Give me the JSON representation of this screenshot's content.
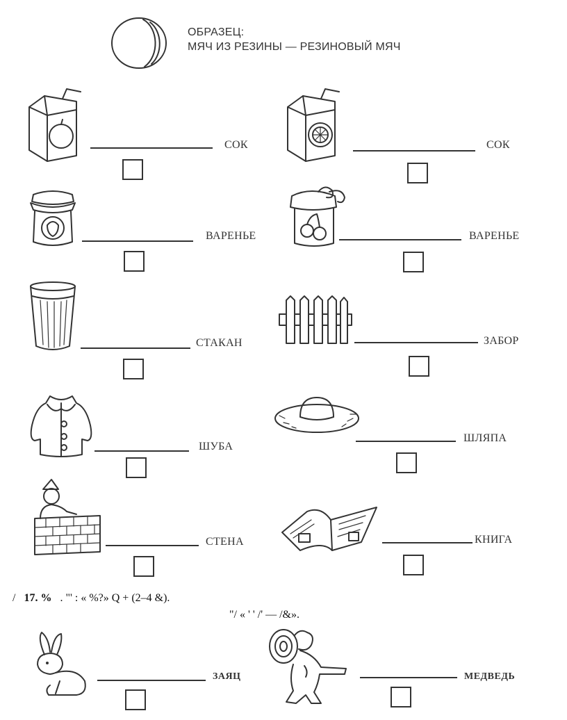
{
  "sample": {
    "label": "ОБРАЗЕЦ:",
    "text": "МЯЧ ИЗ РЕЗИНЫ — РЕЗИНОВЫЙ МЯЧ"
  },
  "items": [
    {
      "icon": "juice-box-apple-icon",
      "word": "СОК"
    },
    {
      "icon": "juice-box-orange-icon",
      "word": "СОК"
    },
    {
      "icon": "jam-jar-strawberry-icon",
      "word": "ВАРЕНЬЕ"
    },
    {
      "icon": "jam-jar-cherry-icon",
      "word": "ВАРЕНЬЕ"
    },
    {
      "icon": "glass-icon",
      "word": "СТАКАН"
    },
    {
      "icon": "fence-icon",
      "word": "ЗАБОР"
    },
    {
      "icon": "fur-coat-icon",
      "word": "ШУБА"
    },
    {
      "icon": "straw-hat-icon",
      "word": "ШЛЯПА"
    },
    {
      "icon": "brick-wall-icon",
      "word": "СТЕНА"
    },
    {
      "icon": "book-icon",
      "word": "КНИГА"
    },
    {
      "icon": "hare-icon",
      "word": "ЗАЯЦ"
    },
    {
      "icon": "bear-icon",
      "word": "МЕДВЕДЬ"
    }
  ],
  "task": {
    "line1_prefix": "/",
    "number": "17. %",
    "line1_rest": ". \"'        : «  %?» Q +  (2–4 &).",
    "line2": "\"/ « ' ' /' —  /&»."
  }
}
